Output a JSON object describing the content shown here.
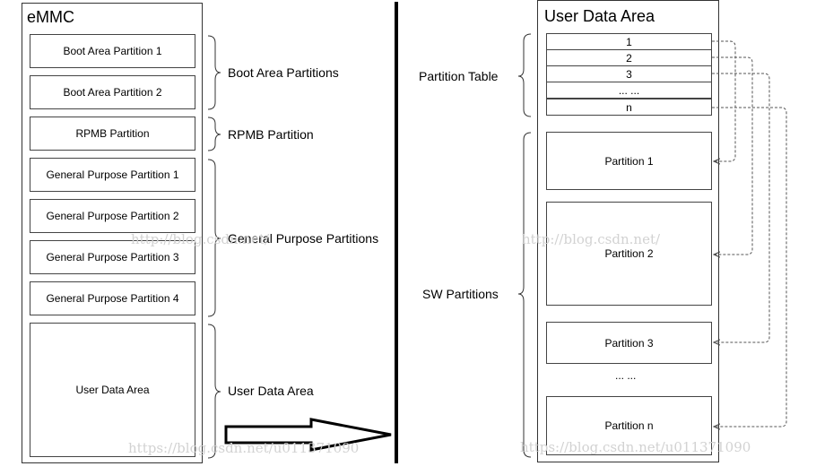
{
  "emmc": {
    "title": "eMMC",
    "partitions": [
      "Boot Area Partition 1",
      "Boot Area Partition 2",
      "RPMB Partition",
      "General Purpose Partition 1",
      "General Purpose Partition 2",
      "General Purpose Partition 3",
      "General Purpose Partition 4",
      "User Data Area"
    ],
    "groups": [
      "Boot Area Partitions",
      "RPMB Partition",
      "General Purpose Partitions",
      "User Data Area"
    ]
  },
  "user_data_area": {
    "title": "User Data Area",
    "table_label": "Partition Table",
    "table_rows": [
      "1",
      "2",
      "3",
      "... ...",
      "n"
    ],
    "sw_label": "SW Partitions",
    "sw_partitions": [
      "Partition 1",
      "Partition 2",
      "Partition 3",
      "Partition n"
    ],
    "ellipsis": "... ..."
  },
  "watermarks": [
    "http://blog.csdn.net/",
    "http://blog.csdn.net/",
    "https://blog.csdn.net/u011371090",
    "https://blog.csdn.net/u011371090"
  ]
}
